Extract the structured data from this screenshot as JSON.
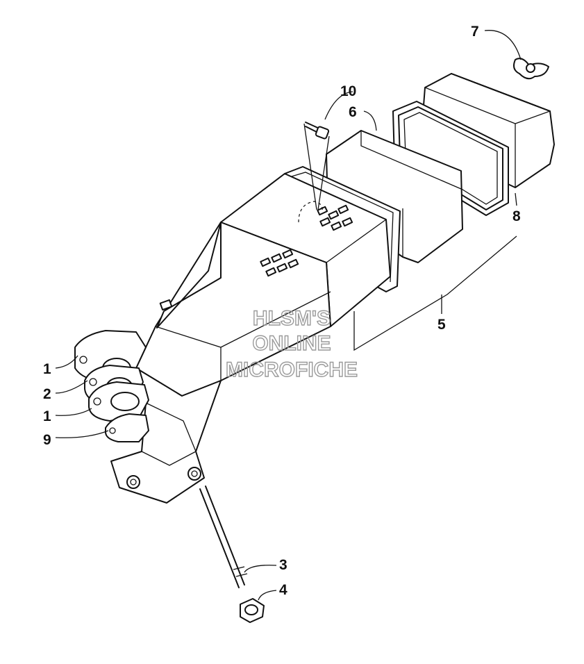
{
  "callouts": [
    {
      "id": "c10",
      "label": "10"
    },
    {
      "id": "c6",
      "label": "6"
    },
    {
      "id": "c7",
      "label": "7"
    },
    {
      "id": "c8",
      "label": "8"
    },
    {
      "id": "c5",
      "label": "5"
    },
    {
      "id": "c1a",
      "label": "1"
    },
    {
      "id": "c2",
      "label": "2"
    },
    {
      "id": "c1b",
      "label": "1"
    },
    {
      "id": "c9",
      "label": "9"
    },
    {
      "id": "c3",
      "label": "3"
    },
    {
      "id": "c4",
      "label": "4"
    }
  ],
  "watermark": {
    "line1": "HLSM'S",
    "line2": "ONLINE",
    "line3": "MICROFICHE"
  }
}
